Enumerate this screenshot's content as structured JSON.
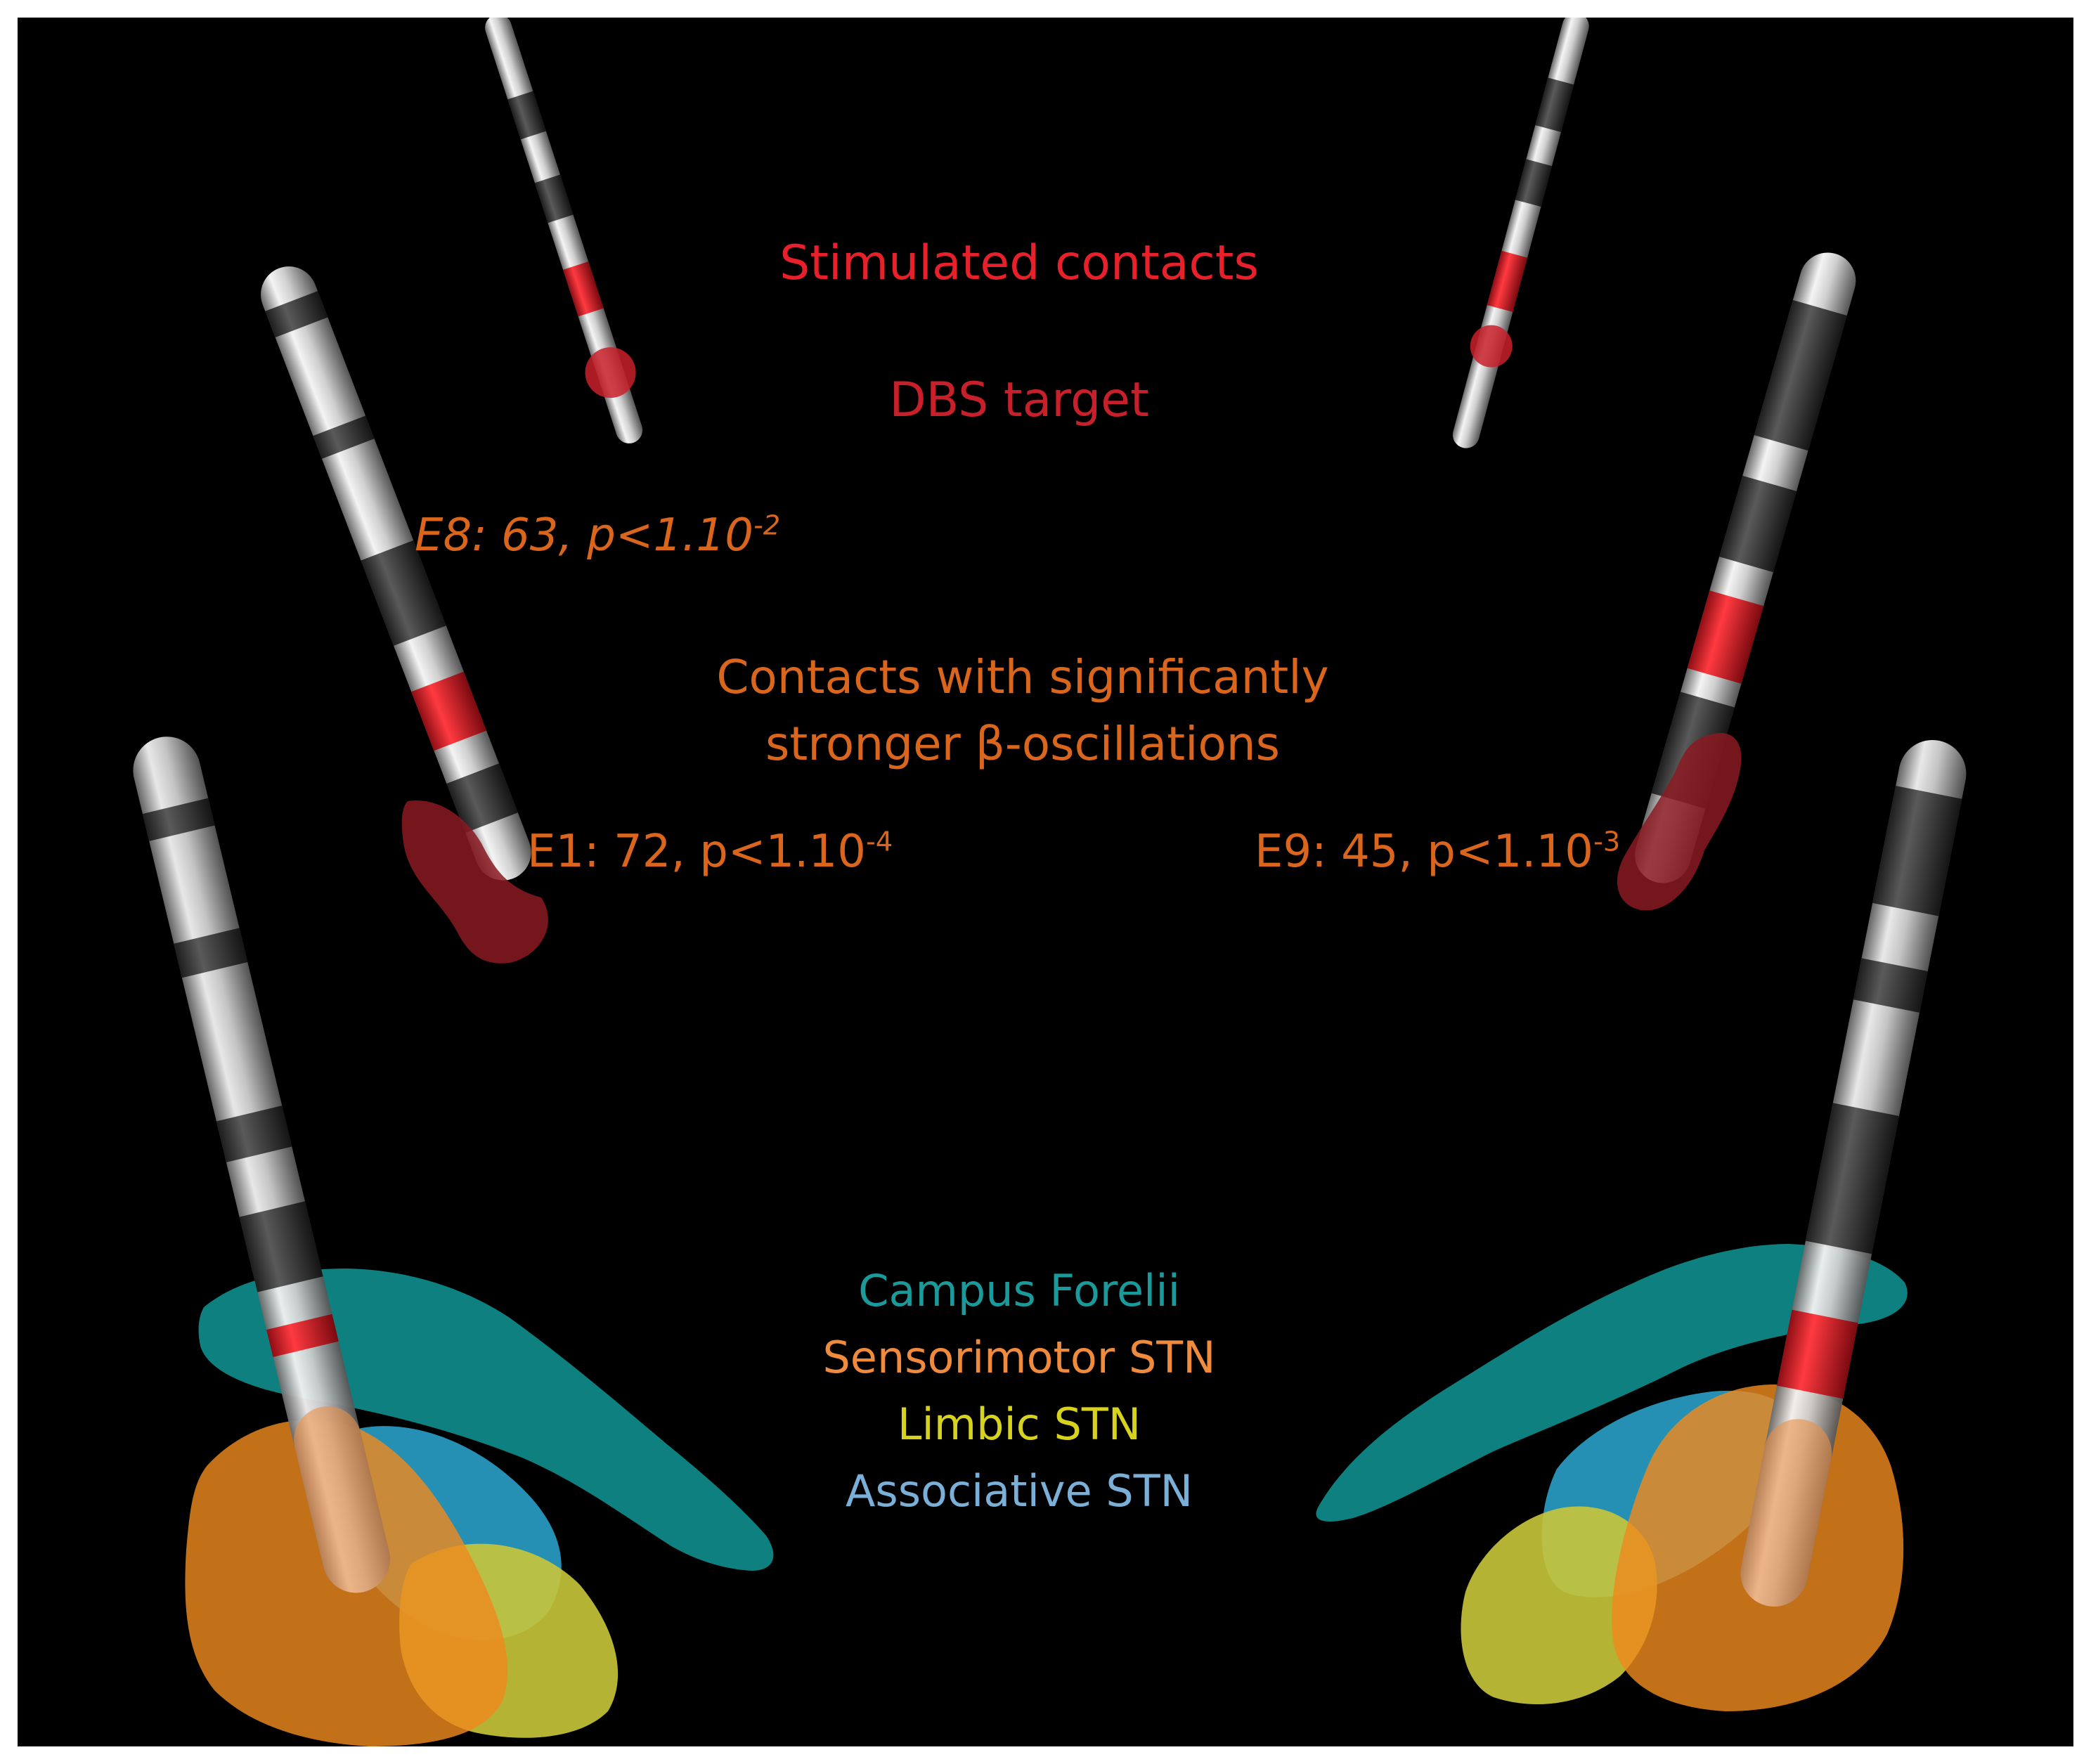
{
  "labels": {
    "stimulated_contacts": "Stimulated contacts",
    "dbs_target": "DBS target",
    "contacts_title_line1": "Contacts with significantly",
    "contacts_title_line2": "stronger β-oscillations",
    "e8": {
      "base": "E8: 63, p<1.10",
      "exp": "-2"
    },
    "e1": {
      "base": "E1: 72, p<1.10",
      "exp": "-4"
    },
    "e9": {
      "base": "E9: 45, p<1.10",
      "exp": "-3"
    }
  },
  "legend": [
    {
      "label": "Campus Forelii",
      "color": "#1a9a9a"
    },
    {
      "label": "Sensorimotor STN",
      "color": "#f08a3c"
    },
    {
      "label": "Limbic STN",
      "color": "#d7d21e"
    },
    {
      "label": "Associative STN",
      "color": "#7ab0d8"
    }
  ],
  "colors": {
    "stimulated": "#e8202a",
    "dbs_target": "#c8202a",
    "significant": "#d9661c",
    "campus_forelii": "#0f8b8b",
    "sensorimotor": "#ee8a1e",
    "limbic": "#c9c63a",
    "associative": "#2a9fc8"
  }
}
